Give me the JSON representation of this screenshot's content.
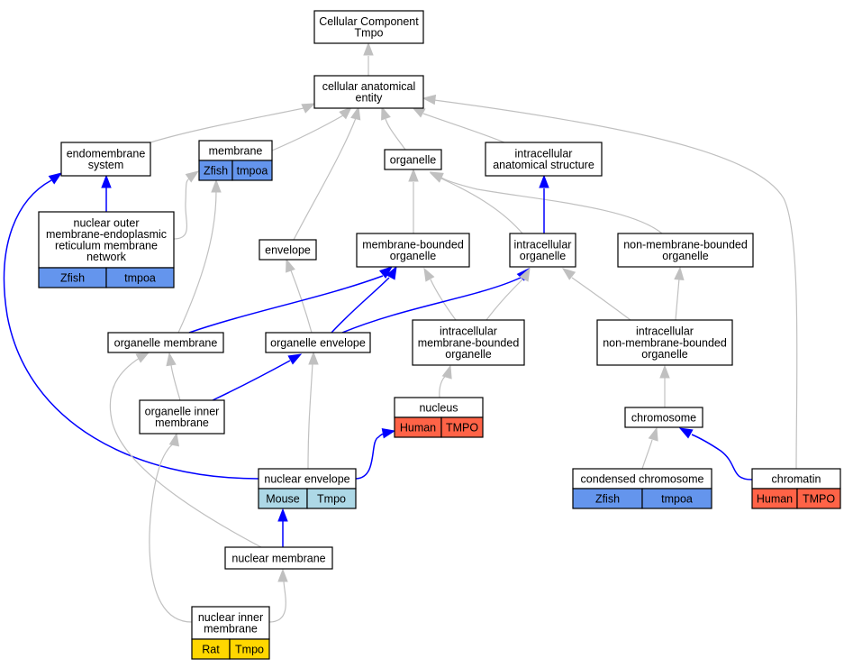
{
  "colors": {
    "zfish": "#6495ed",
    "mouse": "#add8e6",
    "human": "#ff6347",
    "rat": "#ffd700",
    "edge_is_a": "#c0c0c0",
    "edge_part_of": "#0000ff"
  },
  "nodes": {
    "cc_root": {
      "lines": [
        "Cellular Component",
        "Tmpo"
      ]
    },
    "cae": {
      "lines": [
        "cellular anatomical",
        "entity"
      ]
    },
    "endomembrane": {
      "lines": [
        "endomembrane",
        "system"
      ]
    },
    "membrane": {
      "lines": [
        "membrane"
      ],
      "cells": [
        {
          "text": "Zfish",
          "species": "zfish"
        },
        {
          "text": "tmpoa",
          "species": "zfish"
        }
      ]
    },
    "organelle": {
      "lines": [
        "organelle"
      ]
    },
    "ias": {
      "lines": [
        "intracellular",
        "anatomical structure"
      ]
    },
    "nomer": {
      "lines": [
        "nuclear outer",
        "membrane-endoplasmic",
        "reticulum membrane",
        "network"
      ],
      "cells": [
        {
          "text": "Zfish",
          "species": "zfish"
        },
        {
          "text": "tmpoa",
          "species": "zfish"
        }
      ]
    },
    "envelope": {
      "lines": [
        "envelope"
      ]
    },
    "mbo": {
      "lines": [
        "membrane-bounded",
        "organelle"
      ]
    },
    "io": {
      "lines": [
        "intracellular",
        "organelle"
      ]
    },
    "nmbo": {
      "lines": [
        "non-membrane-bounded",
        "organelle"
      ]
    },
    "orgmem": {
      "lines": [
        "organelle membrane"
      ]
    },
    "orgenv": {
      "lines": [
        "organelle envelope"
      ]
    },
    "imbo": {
      "lines": [
        "intracellular",
        "membrane-bounded",
        "organelle"
      ]
    },
    "inmbo": {
      "lines": [
        "intracellular",
        "non-membrane-bounded",
        "organelle"
      ]
    },
    "oim": {
      "lines": [
        "organelle inner",
        "membrane"
      ]
    },
    "nucleus": {
      "lines": [
        "nucleus"
      ],
      "cells": [
        {
          "text": "Human",
          "species": "human"
        },
        {
          "text": "TMPO",
          "species": "human"
        }
      ]
    },
    "chromosome": {
      "lines": [
        "chromosome"
      ]
    },
    "nenv": {
      "lines": [
        "nuclear envelope"
      ],
      "cells": [
        {
          "text": "Mouse",
          "species": "mouse"
        },
        {
          "text": "Tmpo",
          "species": "mouse"
        }
      ]
    },
    "condchrom": {
      "lines": [
        "condensed chromosome"
      ],
      "cells": [
        {
          "text": "Zfish",
          "species": "zfish"
        },
        {
          "text": "tmpoa",
          "species": "zfish"
        }
      ]
    },
    "chromatin": {
      "lines": [
        "chromatin"
      ],
      "cells": [
        {
          "text": "Human",
          "species": "human"
        },
        {
          "text": "TMPO",
          "species": "human"
        }
      ]
    },
    "nmem": {
      "lines": [
        "nuclear membrane"
      ]
    },
    "nim": {
      "lines": [
        "nuclear inner",
        "membrane"
      ],
      "cells": [
        {
          "text": "Rat",
          "species": "rat"
        },
        {
          "text": "Tmpo",
          "species": "rat"
        }
      ]
    }
  }
}
